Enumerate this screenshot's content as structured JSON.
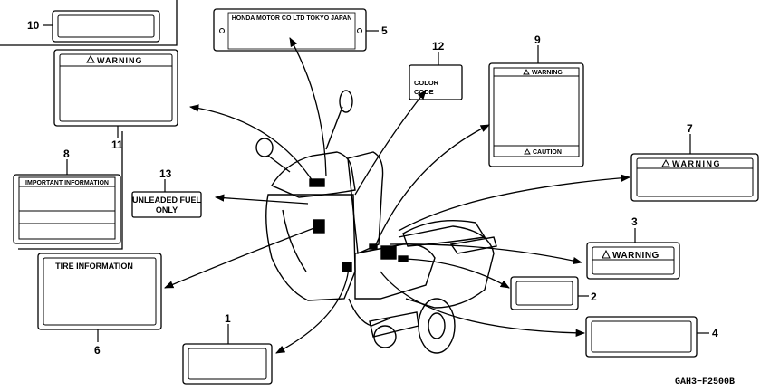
{
  "diagram_code": "GAH3−F2500B",
  "callouts": [
    {
      "number": "1"
    },
    {
      "number": "2"
    },
    {
      "number": "3"
    },
    {
      "number": "4"
    },
    {
      "number": "5"
    },
    {
      "number": "6"
    },
    {
      "number": "7"
    },
    {
      "number": "8"
    },
    {
      "number": "9"
    },
    {
      "number": "10"
    },
    {
      "number": "11"
    },
    {
      "number": "12"
    },
    {
      "number": "13"
    }
  ],
  "labels": {
    "frame_plate": "HONDA MOTOR CO  LTD TOKYO JAPAN",
    "warning_11": "WARNING",
    "warning_9": "WARNING",
    "caution_9": "CAUTION",
    "warning_7": "WARNING",
    "warning_3": "WARNING",
    "important_information": "IMPORTANT INFORMATION",
    "tire_information": "TIRE INFORMATION",
    "color_code_line1": "COLOR",
    "color_code_line2": "CODE",
    "unleaded_line1": "UNLEADED FUEL",
    "unleaded_line2": "ONLY"
  },
  "icons": {
    "warning_triangle": "warning-triangle-icon",
    "rivet_hole": "rivet-hole-icon"
  }
}
